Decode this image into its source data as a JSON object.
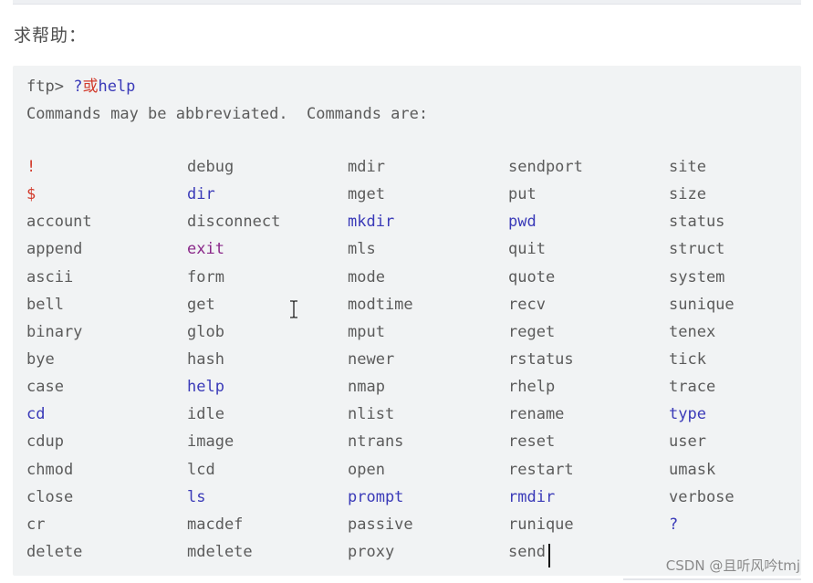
{
  "heading": "求帮助：",
  "terminal": {
    "prompt": "ftp>",
    "input_q": "?",
    "input_or": "或",
    "input_cmd": "help",
    "info": "Commands may be abbreviated.  Commands are:"
  },
  "commands": {
    "columns": [
      [
        {
          "text": "!",
          "color": "red"
        },
        {
          "text": "$",
          "color": "red"
        },
        {
          "text": "account",
          "color": "gray"
        },
        {
          "text": "append",
          "color": "gray"
        },
        {
          "text": "ascii",
          "color": "gray"
        },
        {
          "text": "bell",
          "color": "gray"
        },
        {
          "text": "binary",
          "color": "gray"
        },
        {
          "text": "bye",
          "color": "gray"
        },
        {
          "text": "case",
          "color": "gray"
        },
        {
          "text": "cd",
          "color": "blue"
        },
        {
          "text": "cdup",
          "color": "gray"
        },
        {
          "text": "chmod",
          "color": "gray"
        },
        {
          "text": "close",
          "color": "gray"
        },
        {
          "text": "cr",
          "color": "gray"
        },
        {
          "text": "delete",
          "color": "gray"
        }
      ],
      [
        {
          "text": "debug",
          "color": "gray"
        },
        {
          "text": "dir",
          "color": "blue"
        },
        {
          "text": "disconnect",
          "color": "gray"
        },
        {
          "text": "exit",
          "color": "purple"
        },
        {
          "text": "form",
          "color": "gray"
        },
        {
          "text": "get",
          "color": "gray"
        },
        {
          "text": "glob",
          "color": "gray"
        },
        {
          "text": "hash",
          "color": "gray"
        },
        {
          "text": "help",
          "color": "blue"
        },
        {
          "text": "idle",
          "color": "gray"
        },
        {
          "text": "image",
          "color": "gray"
        },
        {
          "text": "lcd",
          "color": "gray"
        },
        {
          "text": "ls",
          "color": "blue"
        },
        {
          "text": "macdef",
          "color": "gray"
        },
        {
          "text": "mdelete",
          "color": "gray"
        }
      ],
      [
        {
          "text": "mdir",
          "color": "gray"
        },
        {
          "text": "mget",
          "color": "gray"
        },
        {
          "text": "mkdir",
          "color": "blue"
        },
        {
          "text": "mls",
          "color": "gray"
        },
        {
          "text": "mode",
          "color": "gray"
        },
        {
          "text": "modtime",
          "color": "gray"
        },
        {
          "text": "mput",
          "color": "gray"
        },
        {
          "text": "newer",
          "color": "gray"
        },
        {
          "text": "nmap",
          "color": "gray"
        },
        {
          "text": "nlist",
          "color": "gray"
        },
        {
          "text": "ntrans",
          "color": "gray"
        },
        {
          "text": "open",
          "color": "gray"
        },
        {
          "text": "prompt",
          "color": "blue"
        },
        {
          "text": "passive",
          "color": "gray"
        },
        {
          "text": "proxy",
          "color": "gray"
        }
      ],
      [
        {
          "text": "sendport",
          "color": "gray"
        },
        {
          "text": "put",
          "color": "gray"
        },
        {
          "text": "pwd",
          "color": "blue"
        },
        {
          "text": "quit",
          "color": "gray"
        },
        {
          "text": "quote",
          "color": "gray"
        },
        {
          "text": "recv",
          "color": "gray"
        },
        {
          "text": "reget",
          "color": "gray"
        },
        {
          "text": "rstatus",
          "color": "gray"
        },
        {
          "text": "rhelp",
          "color": "gray"
        },
        {
          "text": "rename",
          "color": "gray"
        },
        {
          "text": "reset",
          "color": "gray"
        },
        {
          "text": "restart",
          "color": "gray"
        },
        {
          "text": "rmdir",
          "color": "blue"
        },
        {
          "text": "runique",
          "color": "gray"
        },
        {
          "text": "send",
          "color": "gray"
        }
      ],
      [
        {
          "text": "site",
          "color": "gray"
        },
        {
          "text": "size",
          "color": "gray"
        },
        {
          "text": "status",
          "color": "gray"
        },
        {
          "text": "struct",
          "color": "gray"
        },
        {
          "text": "system",
          "color": "gray"
        },
        {
          "text": "sunique",
          "color": "gray"
        },
        {
          "text": "tenex",
          "color": "gray"
        },
        {
          "text": "tick",
          "color": "gray"
        },
        {
          "text": "trace",
          "color": "gray"
        },
        {
          "text": "type",
          "color": "blue"
        },
        {
          "text": "user",
          "color": "gray"
        },
        {
          "text": "umask",
          "color": "gray"
        },
        {
          "text": "verbose",
          "color": "gray"
        },
        {
          "text": "?",
          "color": "blue"
        }
      ]
    ]
  },
  "watermark": "CSDN @且听风吟tmj",
  "icons": {
    "mouse_cursor": "i-beam-cursor-icon"
  },
  "colors": {
    "gray": "#5b5b5b",
    "blue": "#3a3ab8",
    "red": "#d23a2b",
    "purple": "#8a2889",
    "code_background": "#f1f3f4"
  }
}
